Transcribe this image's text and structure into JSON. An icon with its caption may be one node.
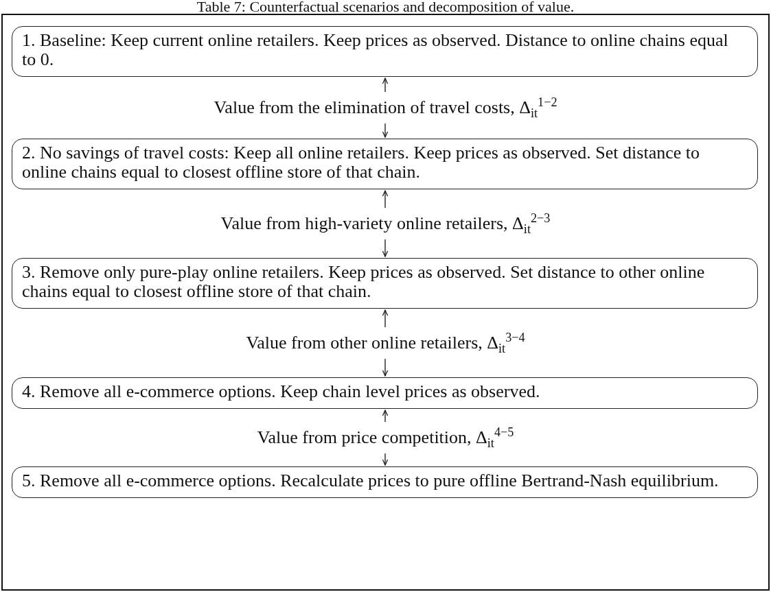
{
  "diagram": {
    "title": "Table 7: Counterfactual scenarios and decomposition of value.",
    "nodes": [
      {
        "text": [
          "1. Baseline: Keep current online retailers. Keep prices as observed. Distance to online chains equal to 0."
        ]
      },
      {
        "text": [
          "2. No savings of travel costs: Keep all online retailers. Keep prices as observed. Set distance to online chains equal to closest offline store of that chain."
        ]
      },
      {
        "text": [
          "3. Remove only pure-play online retailers. Keep prices as observed. Set distance to other online chains equal to closest offline store of that chain."
        ]
      },
      {
        "text": [
          "4. Remove all e-commerce options. Keep chain level prices as observed."
        ]
      },
      {
        "text": [
          "5. Remove all e-commerce options. Recalculate prices to pure offline Bertrand-Nash equilibrium."
        ]
      }
    ],
    "edges": [
      {
        "from": 0,
        "to": 1,
        "arrow": "both",
        "label": "Value from the elimination of travel costs, Δ$_{it}$$^{1−2}$"
      },
      {
        "from": 1,
        "to": 2,
        "arrow": "both",
        "label": "Value from high-variety online retailers, Δ$_{it}$$^{2−3}$"
      },
      {
        "from": 2,
        "to": 3,
        "arrow": "both",
        "label": "Value from other online retailers, Δ$_{it}$$^{3−4}$"
      },
      {
        "from": 3,
        "to": 4,
        "arrow": "both",
        "label": "Value from price competition, Δ$_{it}$$^{4−5}$"
      }
    ]
  }
}
